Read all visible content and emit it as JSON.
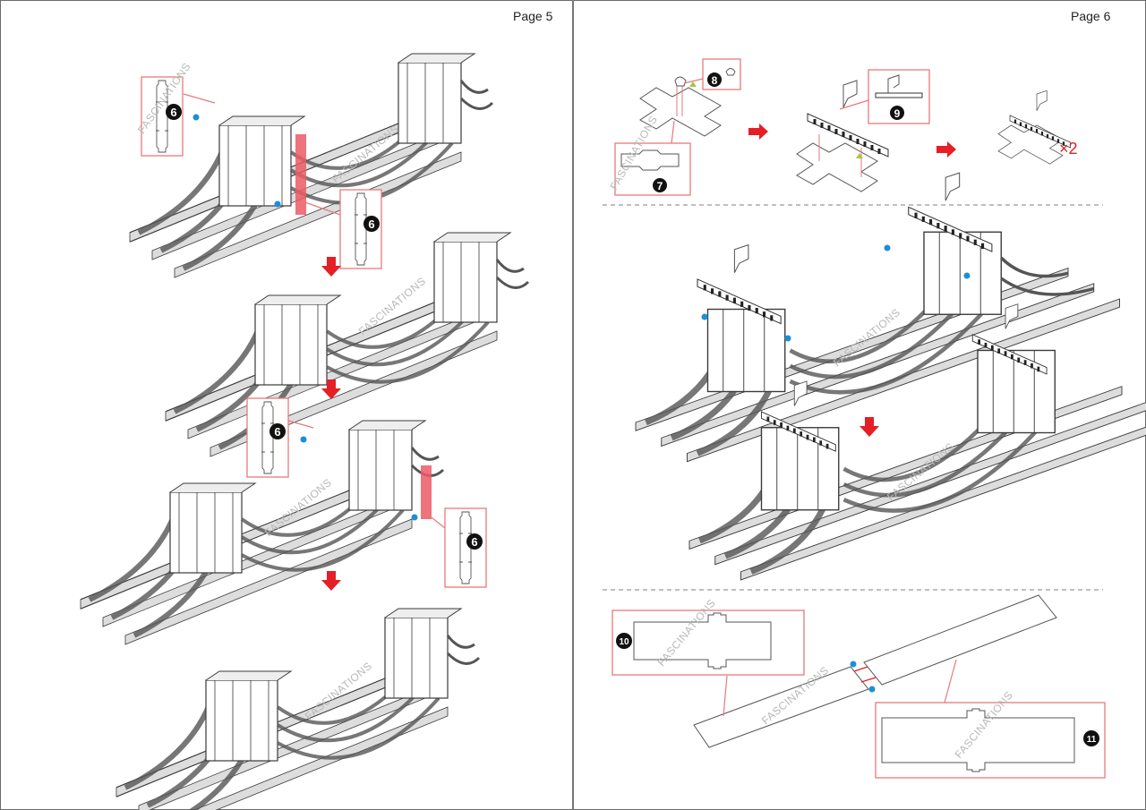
{
  "spread": {
    "left_page": {
      "page_label": "Page 5",
      "watermark": "FASCINATIONS",
      "steps": [
        {
          "parts": [
            "6",
            "6"
          ],
          "description": "attach tower piece 6 on each side of first tower"
        },
        {
          "parts": [],
          "description": "result"
        },
        {
          "parts": [
            "6",
            "6"
          ],
          "description": "attach tower piece 6 on each side of second tower"
        },
        {
          "parts": [],
          "description": "result"
        }
      ]
    },
    "right_page": {
      "page_label": "Page 6",
      "watermark": "FASCINATIONS",
      "sub_assembly": {
        "parts": [
          "7",
          "8",
          "9"
        ],
        "multiplier": "×2"
      },
      "parts_bottom": [
        "10",
        "11"
      ]
    },
    "labels": {
      "part_6": "6",
      "part_7": "7",
      "part_8": "8",
      "part_9": "9",
      "part_10": "10",
      "part_11": "11",
      "multiplier": "×2"
    },
    "colors": {
      "accent_red": "#e41f26",
      "callout_border": "#e8797c",
      "highlight_part": "#ec5a66",
      "marker_blue": "#1a8fd8",
      "marker_green": "#a6c93a",
      "line_art": "#3a3a3a"
    }
  }
}
